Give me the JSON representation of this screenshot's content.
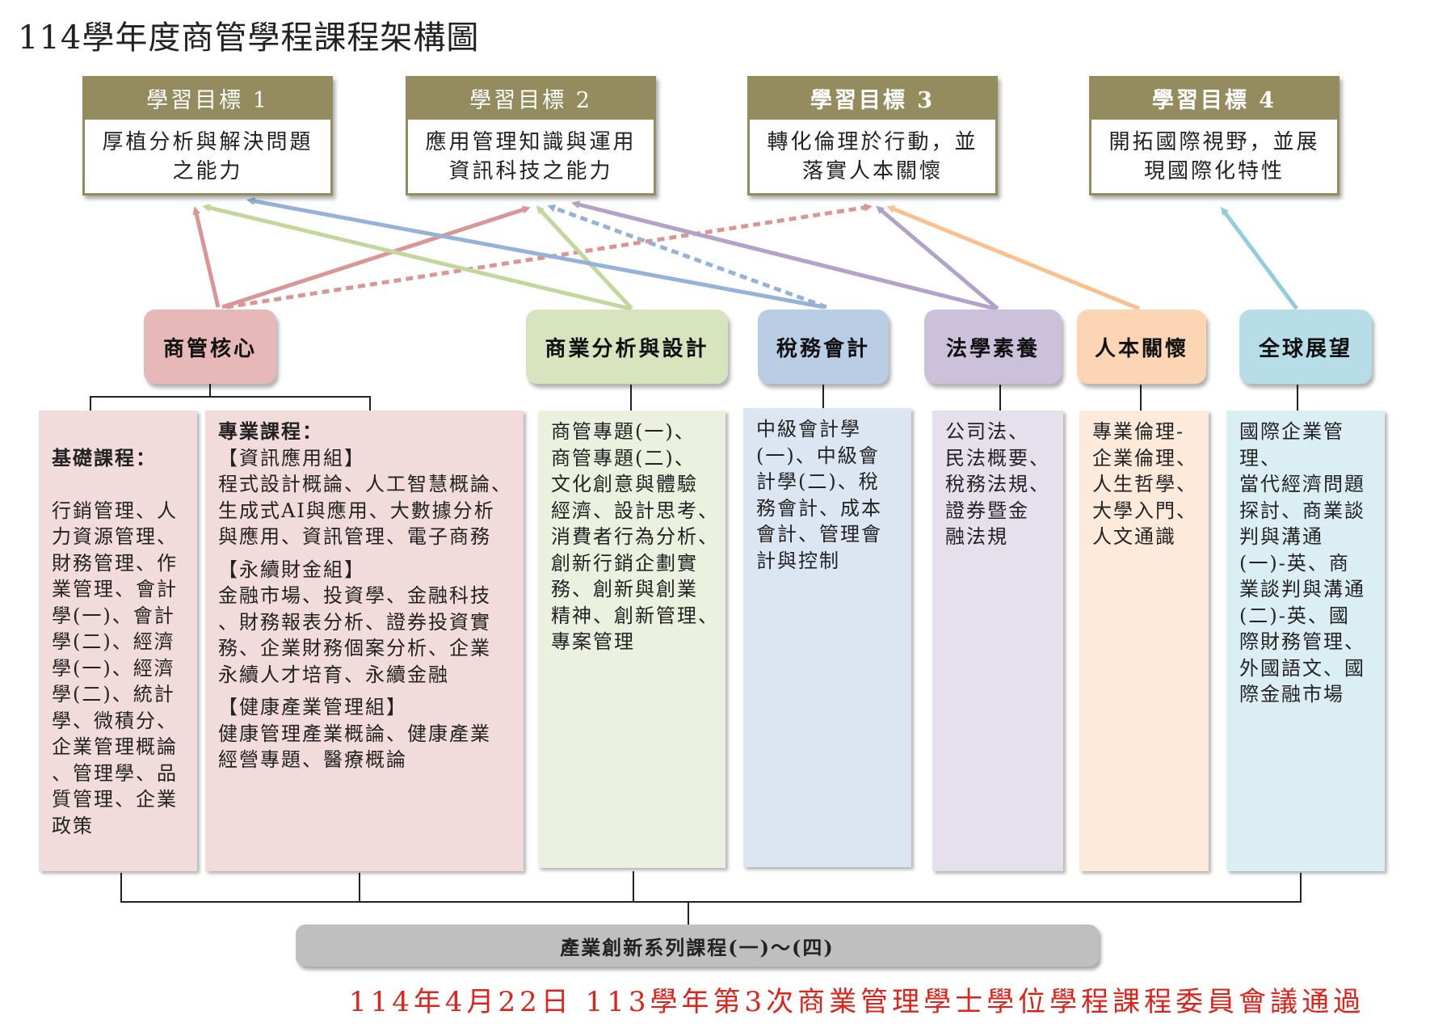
{
  "title": "114學年度商管學程課程架構圖",
  "goals": [
    {
      "head": "學習目標 1",
      "body": "厚植分析與解決問題\n之能力"
    },
    {
      "head": "學習目標 2",
      "body": "應用管理知識與運用\n資訊科技之能力"
    },
    {
      "head": "學習目標 3",
      "body": "轉化倫理於行動，並\n落實人本關懷"
    },
    {
      "head": "學習目標 4",
      "body": "開拓國際視野，並展\n現國際化特性"
    }
  ],
  "categories": [
    {
      "label": "商管核心",
      "color": "#e6b9b8"
    },
    {
      "label": "商業分析與設計",
      "color": "#d7e4bd"
    },
    {
      "label": "稅務會計",
      "color": "#b9cde5"
    },
    {
      "label": "法學素養",
      "color": "#ccc1da"
    },
    {
      "label": "人本關懷",
      "color": "#fcd5b5"
    },
    {
      "label": "全球展望",
      "color": "#b7dde8"
    }
  ],
  "courses": {
    "basic_title": "基礎課程：",
    "basic": "行銷管理、人\n力資源管理、\n財務管理、作\n業管理、會計\n學(一)、會計\n學(二)、經濟\n學(一)、經濟\n學(二)、統計\n學、微積分、\n企業管理概論\n、管理學、品\n質管理、企業\n政策",
    "special_title": "專業課程：",
    "group1_title": "【資訊應用組】",
    "group1": "程式設計概論、人工智慧概論、\n生成式AI與應用、大數據分析\n與應用、資訊管理、電子商務",
    "group2_title": "【永續財金組】",
    "group2": "金融市場、投資學、金融科技\n、財務報表分析、證券投資實\n務、企業財務個案分析、企業\n永續人才培育、永續金融",
    "group3_title": "【健康產業管理組】",
    "group3": "健康管理產業概論、健康產業\n經營專題、醫療概論",
    "analysis": "商管專題(一)、\n商管專題(二)、\n文化創意與體驗\n經濟、設計思考、\n消費者行為分析、\n創新行銷企劃實\n務、創新與創業\n精神、創新管理、\n專案管理",
    "tax": "中級會計學\n(一)、中級會\n計學(二)、稅\n務會計、成本\n會計、管理會\n計與控制",
    "law": "公司法、\n民法概要、\n稅務法規、\n證券暨金\n融法規",
    "humanity": "專業倫理-\n企業倫理、\n人生哲學、\n大學入門、\n人文通識",
    "global": "國際企業管理、\n當代經濟問題\n探討、商業談\n判與溝通\n(一)-英、商\n業談判與溝通\n(二)-英、國\n際財務管理、\n外國語文、國\n際金融市場"
  },
  "bottom_label": "產業創新系列課程(一)～(四)",
  "footer": "114年4月22日 113學年第3次商業管理學士學位學程課程委員會議通過",
  "colors": {
    "goal_head": "#948b5e",
    "core_box": "#f2dcdb",
    "analysis_box": "#ebf1de",
    "tax_box": "#dce6f2",
    "law_box": "#e6e0ec",
    "humanity_box": "#fdeada",
    "global_box": "#dbeef4",
    "arrow_red": "#d99694",
    "arrow_green": "#c3d69b",
    "arrow_blue": "#95b3d7",
    "arrow_purple": "#b3a2c7",
    "arrow_orange": "#fac090",
    "arrow_teal": "#93cddd",
    "footer_red": "#e0221b"
  }
}
